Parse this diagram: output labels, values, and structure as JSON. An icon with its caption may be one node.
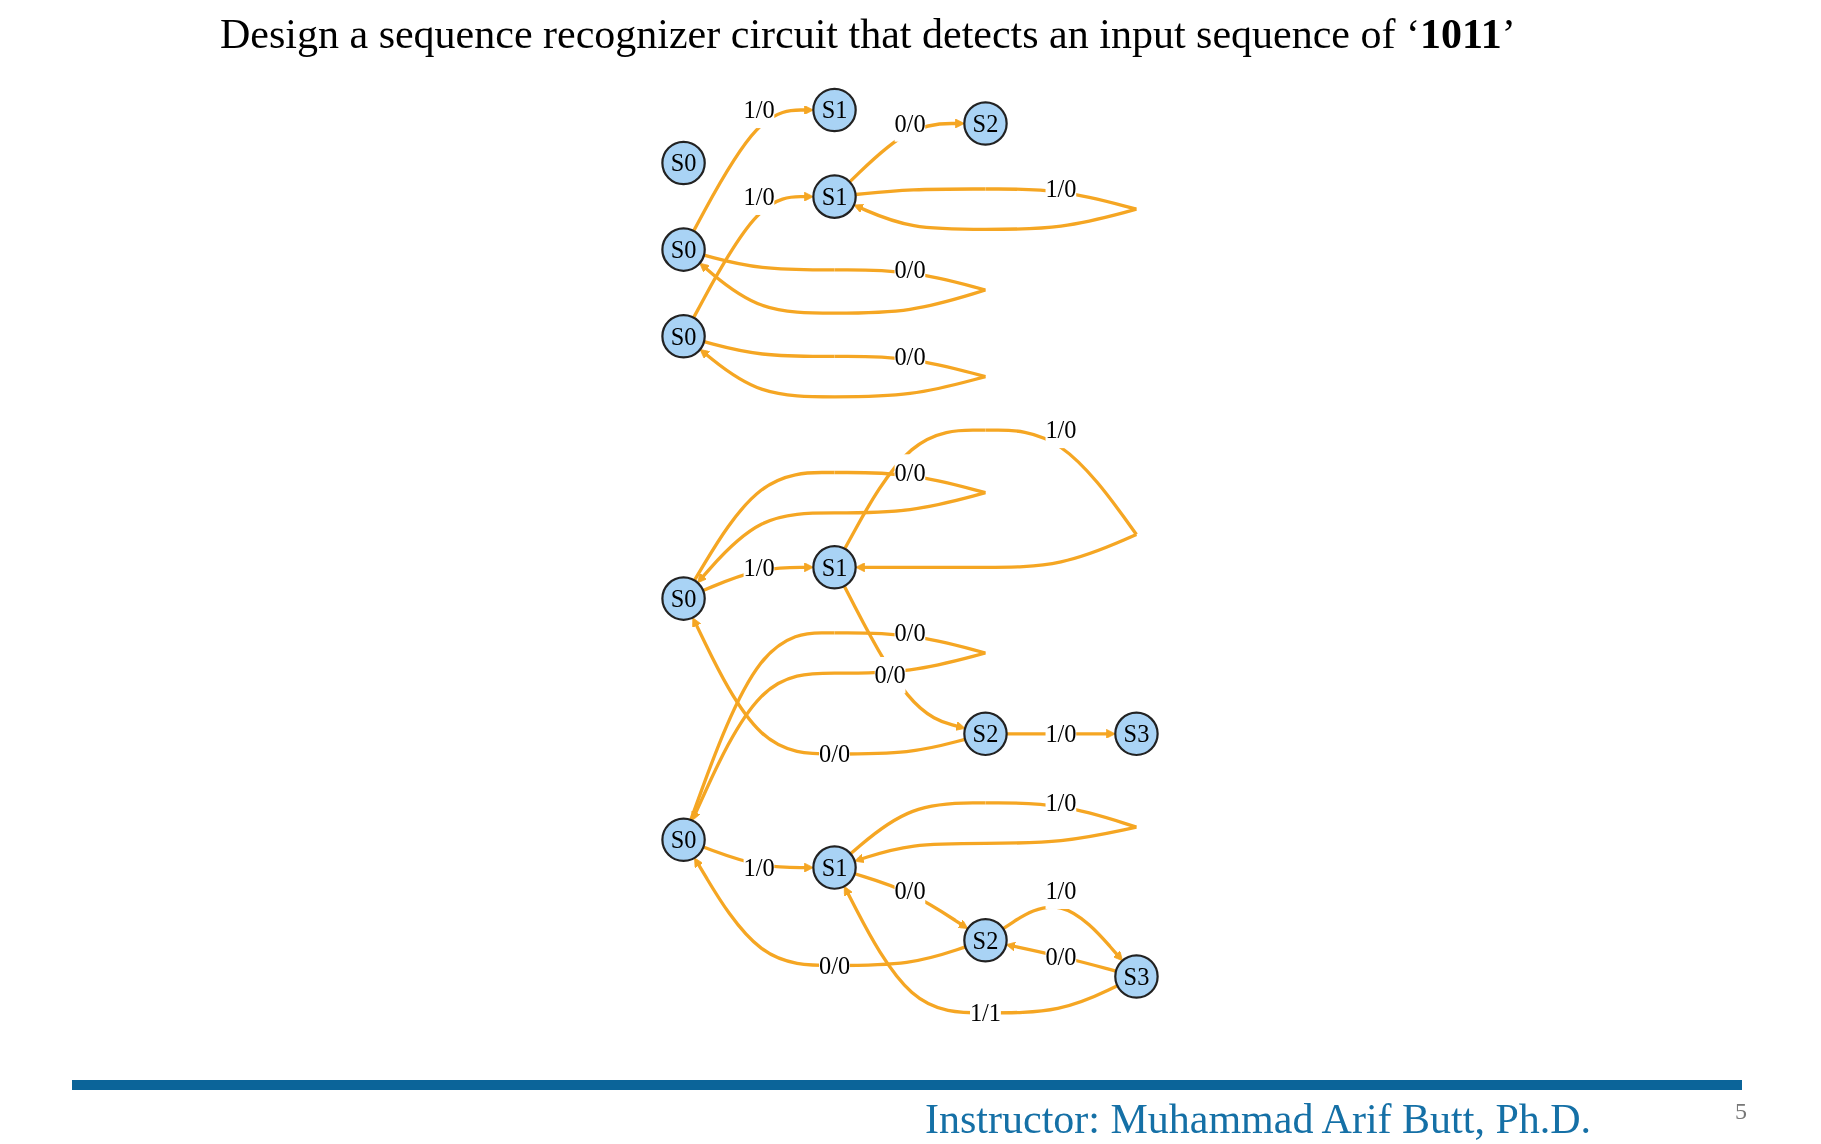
{
  "diagram": {
    "title": "Design a sequence recognizer circuit that detects an input sequence of ‘**1011**’",
    "nodes": [
      {
        "text": [
          "S0"
        ]
      },
      {
        "text": [
          "S0"
        ]
      },
      {
        "text": [
          "S1"
        ]
      },
      {
        "text": [
          "S0"
        ]
      },
      {
        "text": [
          "S1"
        ]
      },
      {
        "text": [
          "S2"
        ]
      },
      {
        "text": [
          "S0"
        ]
      },
      {
        "text": [
          "S1"
        ]
      },
      {
        "text": [
          "S2"
        ]
      },
      {
        "text": [
          "S3"
        ]
      },
      {
        "text": [
          "S0"
        ]
      },
      {
        "text": [
          "S1"
        ]
      },
      {
        "text": [
          "S2"
        ]
      },
      {
        "text": [
          "S3"
        ]
      }
    ],
    "edges": [
      {
        "from": 1,
        "to": 1,
        "arrow": "to",
        "label": "0/0"
      },
      {
        "from": 1,
        "to": 2,
        "arrow": "to",
        "label": "1/0"
      },
      {
        "from": 3,
        "to": 3,
        "arrow": "to",
        "label": "0/0"
      },
      {
        "from": 3,
        "to": 4,
        "arrow": "to",
        "label": "1/0"
      },
      {
        "from": 4,
        "to": 4,
        "arrow": "to",
        "label": "1/0"
      },
      {
        "from": 4,
        "to": 5,
        "arrow": "to",
        "label": "0/0"
      },
      {
        "from": 6,
        "to": 6,
        "arrow": "to",
        "label": "0/0"
      },
      {
        "from": 6,
        "to": 7,
        "arrow": "to",
        "label": "1/0"
      },
      {
        "from": 7,
        "to": 7,
        "arrow": "to",
        "label": "1/0"
      },
      {
        "from": 7,
        "to": 8,
        "arrow": "to",
        "label": "0/0"
      },
      {
        "from": 8,
        "to": 9,
        "arrow": "to",
        "label": "1/0"
      },
      {
        "from": 8,
        "to": 6,
        "arrow": "to",
        "label": "0/0"
      },
      {
        "from": 10,
        "to": 10,
        "arrow": "to",
        "label": "0/0"
      },
      {
        "from": 10,
        "to": 11,
        "arrow": "to",
        "label": "1/0"
      },
      {
        "from": 11,
        "to": 11,
        "arrow": "to",
        "label": "1/0"
      },
      {
        "from": 11,
        "to": 12,
        "arrow": "to",
        "label": "0/0"
      },
      {
        "from": 12,
        "to": 13,
        "arrow": "to",
        "label": "1/0"
      },
      {
        "from": 13,
        "to": 12,
        "arrow": "to",
        "label": "0/0"
      },
      {
        "from": 13,
        "to": 11,
        "arrow": "to",
        "label": "1/1"
      },
      {
        "from": 12,
        "to": 10,
        "arrow": "to",
        "label": "0/0"
      }
    ],
    "labels": [
      "Instructor: Muhammad Arif Butt, Ph.D.",
      "5"
    ]
  }
}
